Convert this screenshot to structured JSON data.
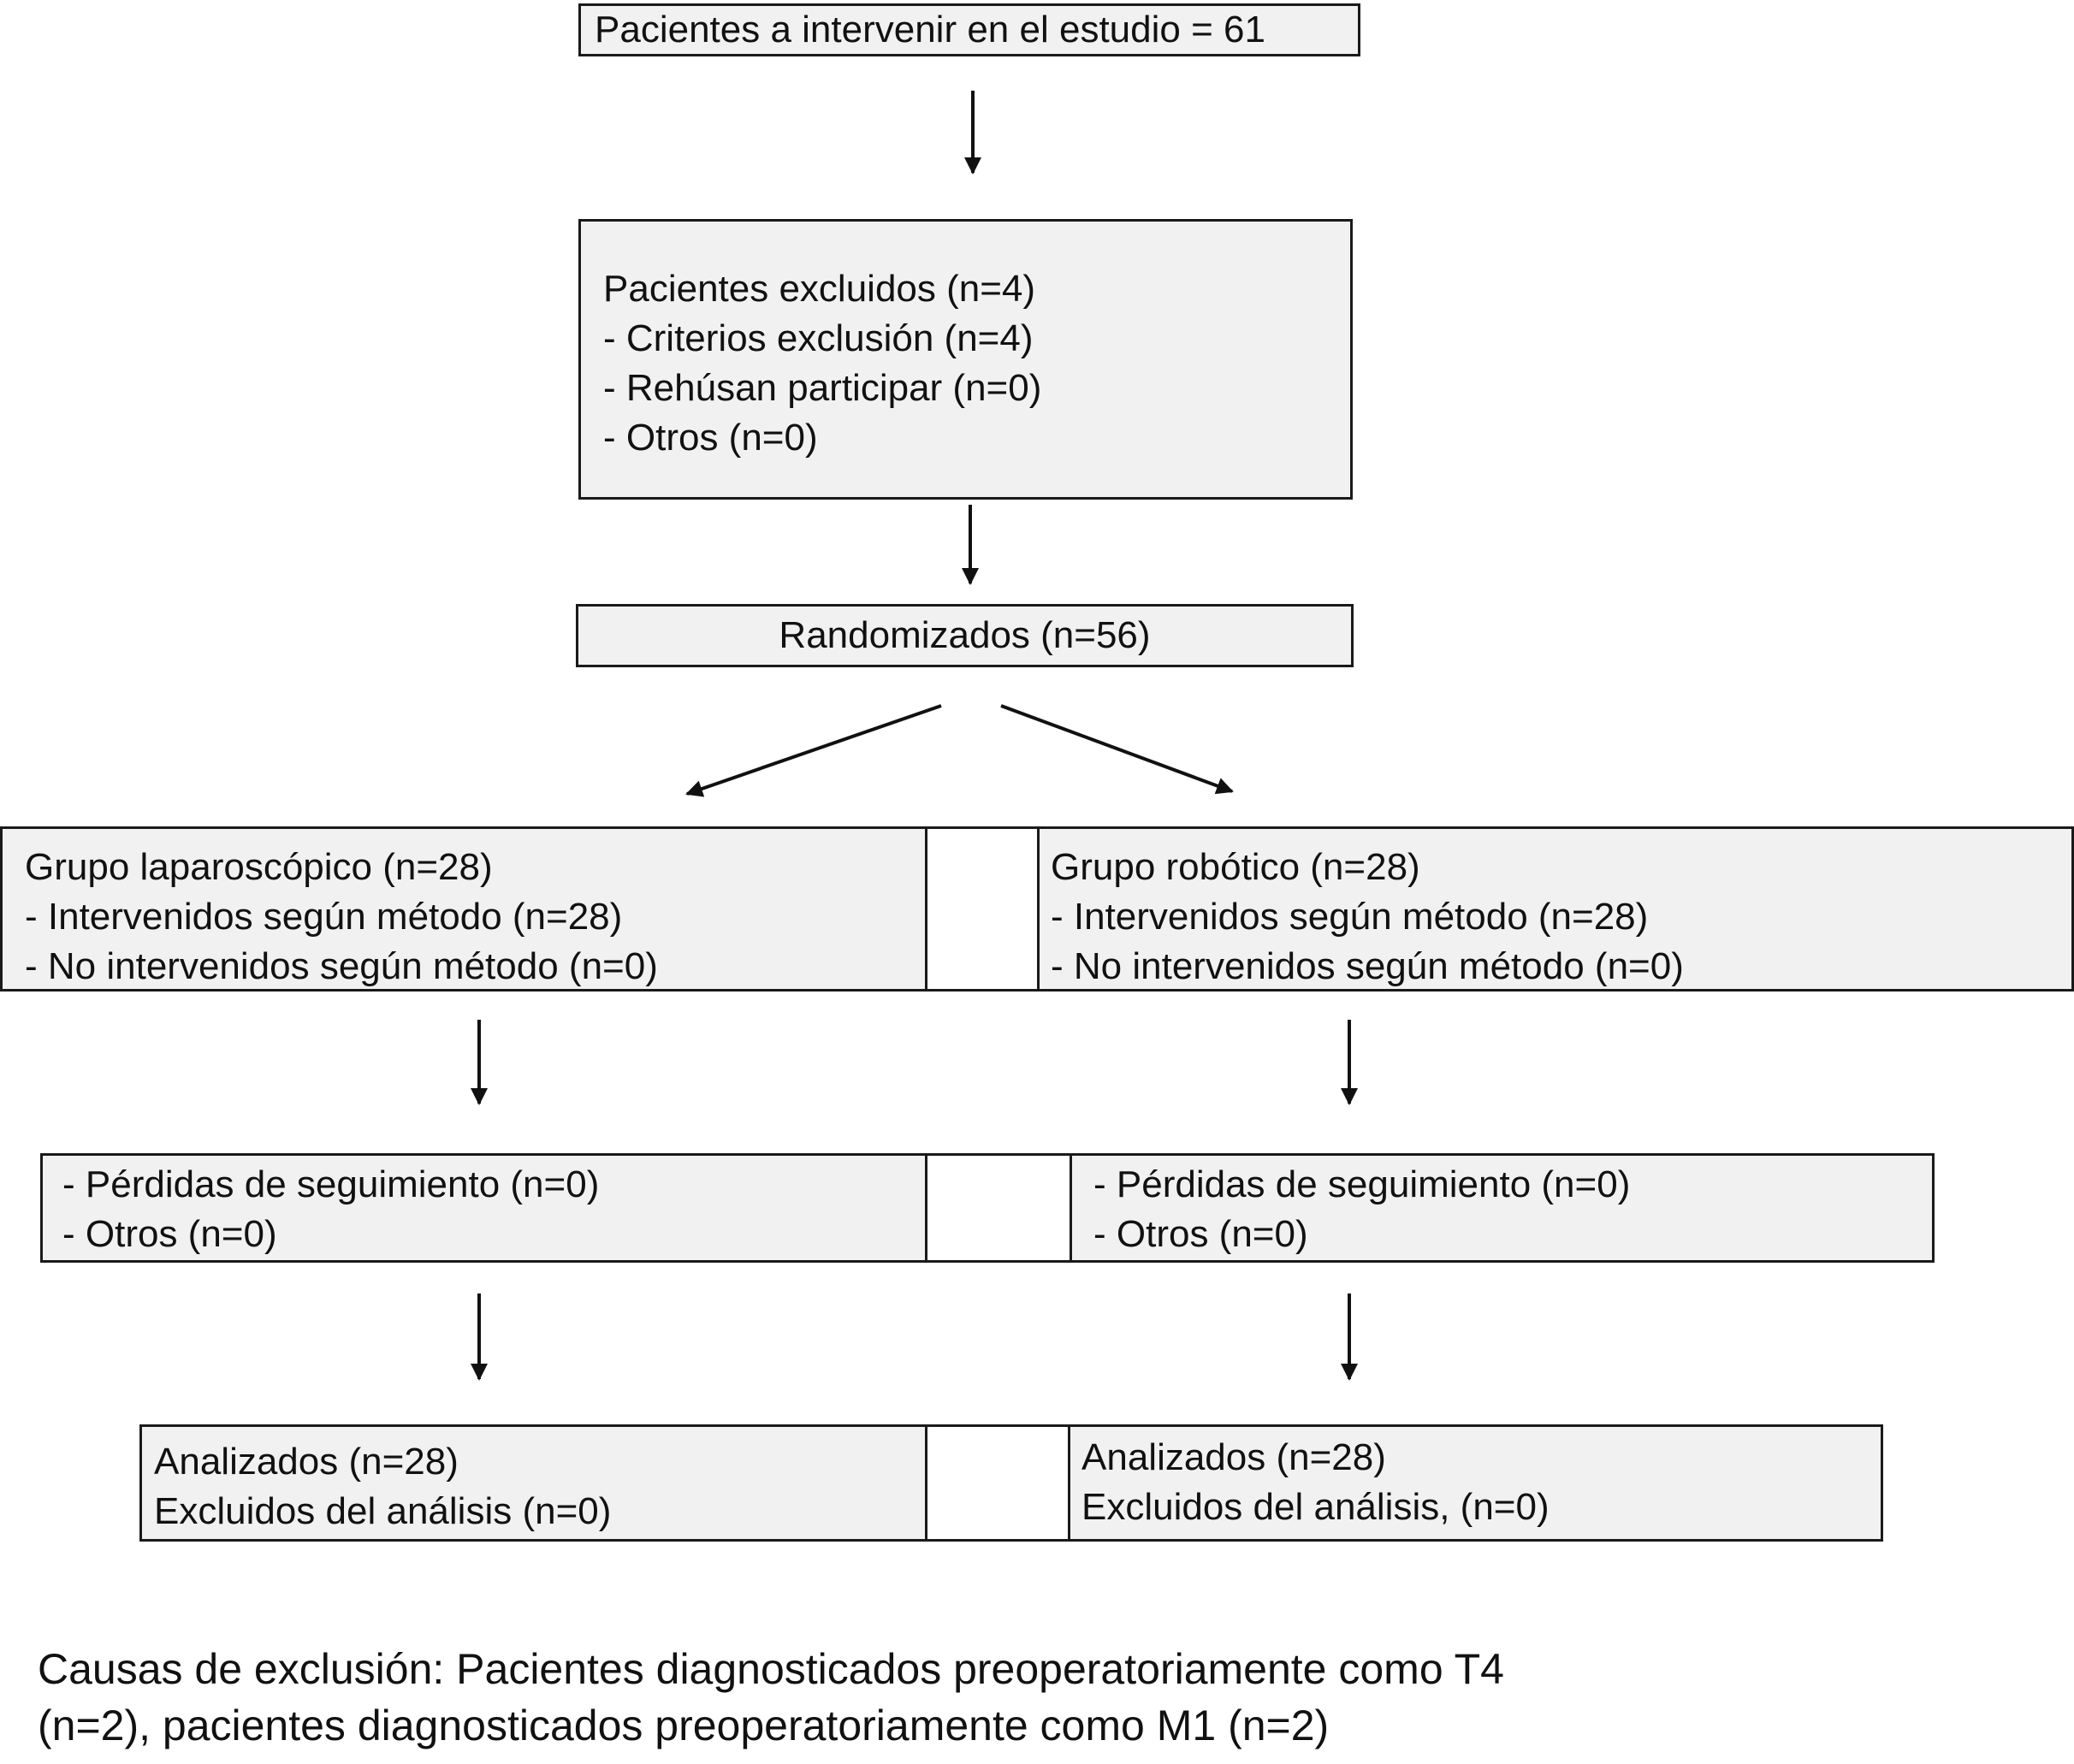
{
  "boxes": {
    "enrolled": {
      "text": "Pacientes a intervenir en el estudio = 61"
    },
    "excluded": {
      "lines": [
        "Pacientes excluidos (n=4)",
        "- Criterios exclusión (n=4)",
        "- Rehúsan participar (n=0)",
        "- Otros (n=0)"
      ]
    },
    "randomized": {
      "text": "Randomizados (n=56)"
    },
    "allocation": {
      "left": {
        "lines": [
          "Grupo laparoscópico (n=28)",
          "- Intervenidos según método (n=28)",
          "- No intervenidos según método (n=0)"
        ]
      },
      "right": {
        "lines": [
          "Grupo robótico (n=28)",
          "- Intervenidos según método (n=28)",
          "- No intervenidos según método (n=0)"
        ]
      }
    },
    "followup": {
      "left": {
        "lines": [
          "- Pérdidas de seguimiento (n=0)",
          "- Otros (n=0)"
        ]
      },
      "right": {
        "lines": [
          "- Pérdidas de seguimiento (n=0)",
          "- Otros (n=0)"
        ]
      }
    },
    "analysis": {
      "left": {
        "lines": [
          "Analizados (n=28)",
          "Excluidos del análisis (n=0)"
        ]
      },
      "right": {
        "lines": [
          "Analizados (n=28)",
          "Excluidos del análisis, (n=0)"
        ]
      }
    }
  },
  "footnote": {
    "lines": [
      "Causas de exclusión: Pacientes diagnosticados preoperatoriamente como T4",
      "(n=2), pacientes diagnosticados preoperatoriamente como M1 (n=2)"
    ]
  }
}
